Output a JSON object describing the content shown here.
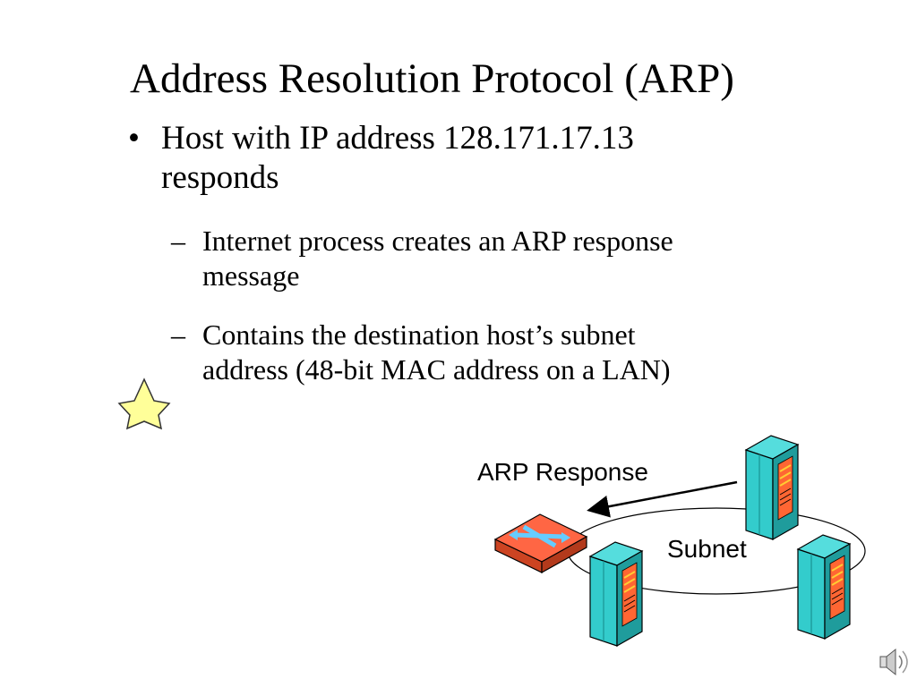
{
  "slide": {
    "title": "Address Resolution Protocol (ARP)",
    "bullet": {
      "marker": "•",
      "text_line1": "Host with IP address 128.171.17.13",
      "text_line2": "responds"
    },
    "subbullets": [
      {
        "marker": "–",
        "line1": "Internet process creates an ARP response",
        "line2": "message"
      },
      {
        "marker": "–",
        "line1": "Contains the destination host’s subnet",
        "line2": "address (48-bit MAC address on a LAN)"
      }
    ]
  },
  "diagram": {
    "response_label": "ARP Response",
    "subnet_label": "Subnet"
  },
  "colors": {
    "star_fill": "#ffff99",
    "server_front": "#33cccc",
    "server_side": "#1f9c9c",
    "server_panel": "#ff6633",
    "router_top": "#ff6644",
    "router_side": "#cc4422",
    "router_arrows": "#66ccff"
  },
  "icons": [
    "star-icon",
    "router-icon",
    "server-icon",
    "speaker-icon"
  ]
}
